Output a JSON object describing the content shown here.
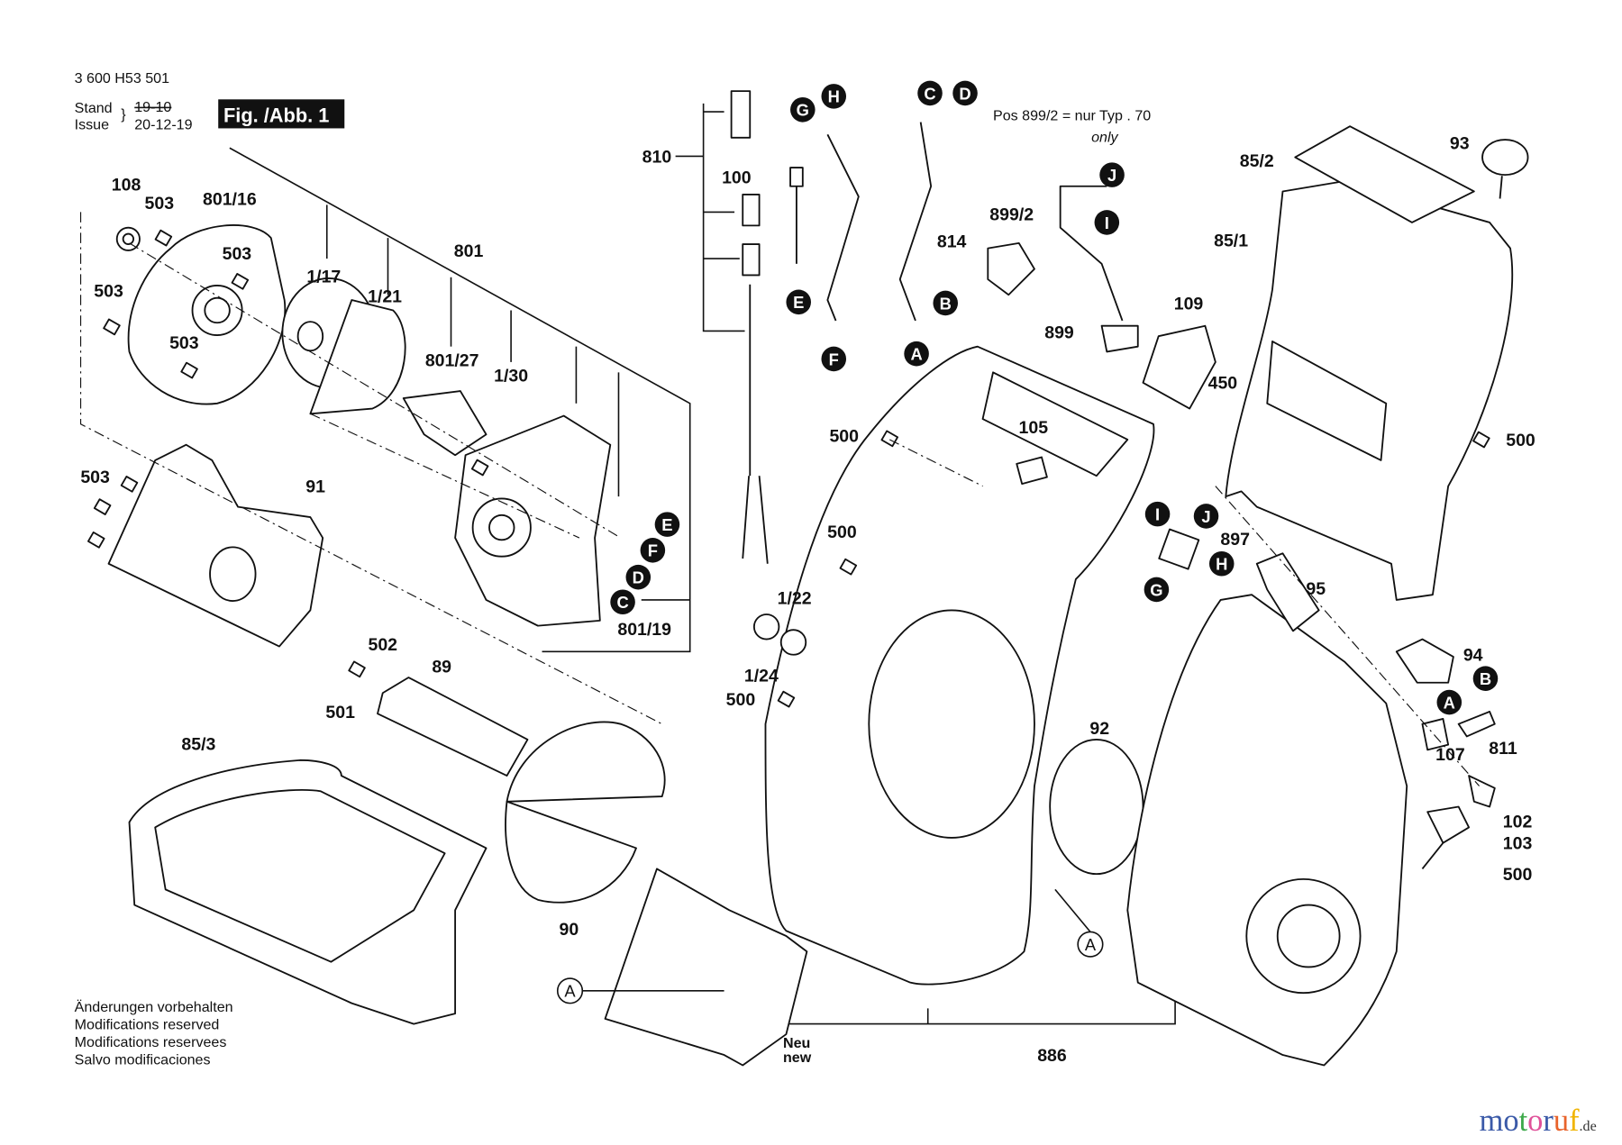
{
  "header": {
    "drawing_number": "3 600 H53 501",
    "stand_label": "Stand",
    "issue_label": "Issue",
    "stand_date": "19-10",
    "issue_date": "20-12-19",
    "figure_label": "Fig. /Abb. 1"
  },
  "note": {
    "line1": "Pos 899/2 =  nur Typ . 70",
    "line2": "only"
  },
  "new_marker": {
    "line1": "Neu",
    "line2": "new"
  },
  "footer": {
    "lines": [
      "Änderungen vorbehalten",
      "Modifications reserved",
      "Modifications reservees",
      "Salvo modificaciones"
    ]
  },
  "logo": {
    "parts": [
      "m",
      "o",
      "t",
      "o",
      "r",
      "u",
      "f"
    ],
    "suffix": ".de",
    "colors": [
      "#3b5aa8",
      "#3b5aa8",
      "#3da94a",
      "#e0529a",
      "#3b5aa8",
      "#e8632b",
      "#f0b400"
    ]
  },
  "part_labels": [
    "108",
    "503",
    "801/16",
    "503",
    "503",
    "503",
    "1/17",
    "1/21",
    "801",
    "801/27",
    "1/30",
    "503",
    "91",
    "810",
    "100",
    "814",
    "899/2",
    "899",
    "109",
    "450",
    "85/2",
    "93",
    "85/1",
    "500",
    "105",
    "500",
    "500",
    "897",
    "95",
    "1/22",
    "1/24",
    "500",
    "801/19",
    "502",
    "89",
    "501",
    "85/3",
    "92",
    "90",
    "94",
    "107",
    "811",
    "102",
    "103",
    "500",
    "886"
  ],
  "letter_markers": [
    "G",
    "H",
    "C",
    "D",
    "J",
    "I",
    "E",
    "F",
    "B",
    "A",
    "E",
    "F",
    "D",
    "C",
    "I",
    "J",
    "H",
    "G",
    "A",
    "B"
  ],
  "reference_markers": [
    "A",
    "A",
    "A"
  ],
  "colors": {
    "ink": "#111111",
    "background": "#ffffff"
  }
}
